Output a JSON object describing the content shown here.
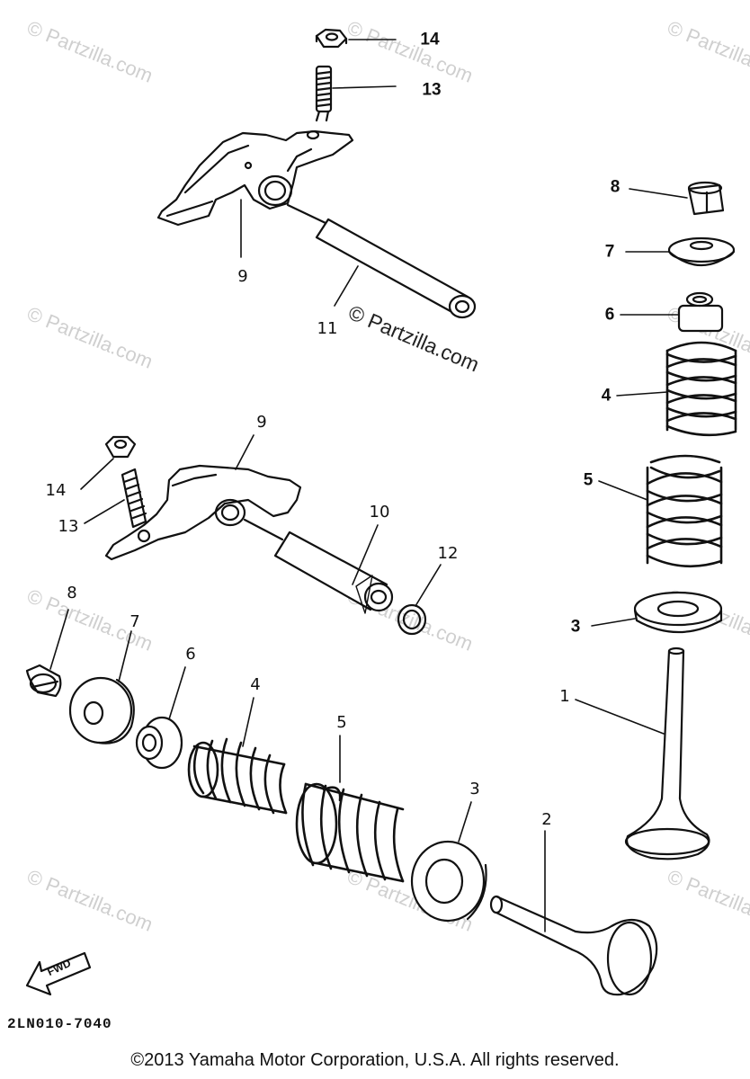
{
  "callouts": [
    {
      "id": "14",
      "label": "14"
    },
    {
      "id": "13",
      "label": "13"
    },
    {
      "id": "8",
      "label": "8"
    },
    {
      "id": "7",
      "label": "7"
    },
    {
      "id": "6",
      "label": "6"
    },
    {
      "id": "4",
      "label": "4"
    },
    {
      "id": "5",
      "label": "5"
    },
    {
      "id": "3",
      "label": "3"
    },
    {
      "id": "1",
      "label": "1"
    },
    {
      "id": "9",
      "label": "9"
    },
    {
      "id": "11",
      "label": "11"
    },
    {
      "id": "10",
      "label": "10"
    },
    {
      "id": "12",
      "label": "12"
    },
    {
      "id": "2",
      "label": "2"
    }
  ],
  "watermark_text": "© Partzilla.com",
  "fwd_label": "FWD",
  "part_code": "2LN010-7040",
  "copyright": "©2013  Yamaha Motor Corporation, U.S.A. All rights reserved."
}
